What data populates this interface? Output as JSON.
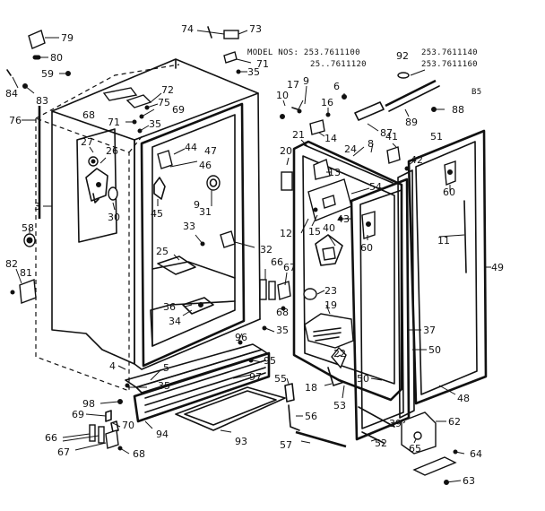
{
  "model_info": {
    "line1": "MODEL NOS: 253.7611100",
    "line1b": "253.7611140",
    "line2": "25..7611120",
    "line2b": "253.7611160",
    "sheet_code": "B5"
  },
  "callouts": {
    "c79": "79",
    "c80": "80",
    "c59": "59",
    "c84": "84",
    "c83": "83",
    "c76": "76",
    "c74": "74",
    "c73": "73",
    "c71a": "71",
    "c35a": "35",
    "c72": "72",
    "c75": "75",
    "c69a": "69",
    "c68a": "68",
    "c71b": "71",
    "c35b": "35",
    "c10": "10",
    "c17": "17",
    "c9a": "9",
    "c6": "6",
    "c16": "16",
    "c14": "14",
    "c92": "92",
    "c89": "89",
    "c88": "88",
    "c87": "87",
    "c41": "41",
    "c42": "42",
    "c51": "51",
    "c27": "27",
    "c26": "26",
    "c30": "30",
    "c3": "3",
    "c44": "44",
    "c47": "47",
    "c46": "46",
    "c45": "45",
    "c9b": "9",
    "c31": "31",
    "c33": "33",
    "c32": "32",
    "c25": "25",
    "c58": "58",
    "c82": "82",
    "c81": "81",
    "c36": "36",
    "c34": "34",
    "c66a": "66",
    "c67a": "67",
    "c68b": "68",
    "c35c": "35",
    "c96": "96",
    "c95": "95",
    "c97": "97",
    "c4": "4",
    "c5": "5",
    "c35d": "35",
    "c21": "21",
    "c24": "24",
    "c8": "8",
    "c20": "20",
    "c13": "13",
    "c54": "54",
    "c43": "43",
    "c12": "12",
    "c15": "15",
    "c40": "40",
    "c60a": "60",
    "c60b": "60",
    "c11": "11",
    "c49": "49",
    "c23": "23",
    "c19": "19",
    "c37": "37",
    "c50a": "50",
    "c50b": "50",
    "c22": "22",
    "c18": "18",
    "c53": "53",
    "c48": "48",
    "c55": "55",
    "c56": "56",
    "c57": "57",
    "c52": "52",
    "c39": "39",
    "c62": "62",
    "c65": "65",
    "c64": "64",
    "c63": "63",
    "c98": "98",
    "c69b": "69",
    "c70": "70",
    "c66b": "66",
    "c67b": "67",
    "c68c": "68",
    "c94": "94",
    "c93": "93"
  }
}
